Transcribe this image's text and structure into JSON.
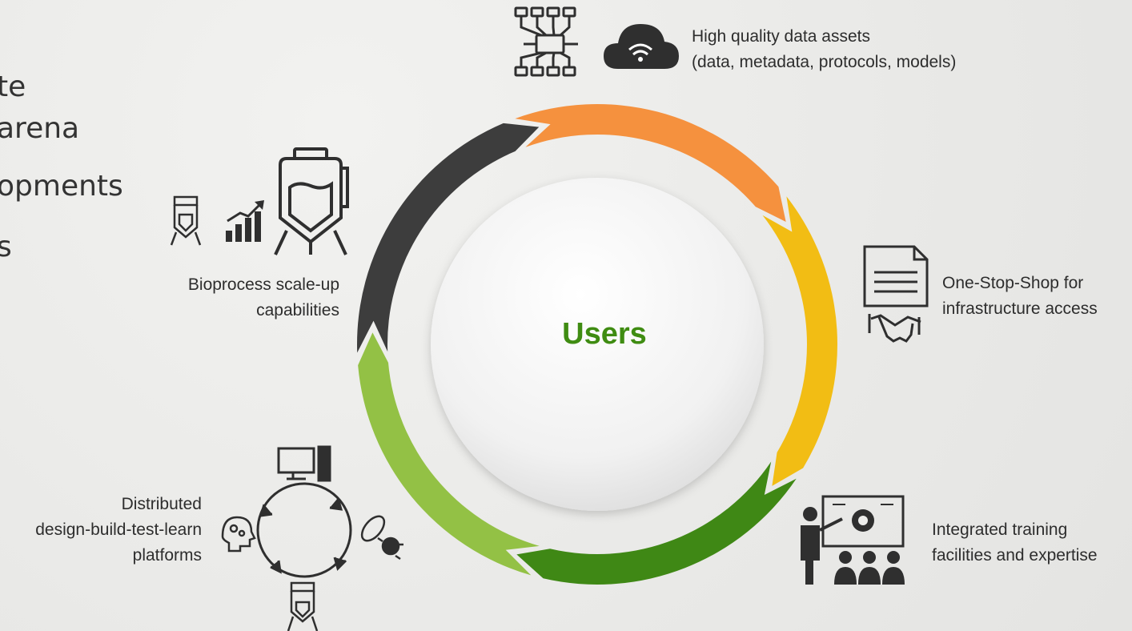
{
  "side_fragments": [
    "te",
    "arena",
    "opments",
    "s"
  ],
  "center": {
    "label": "Users"
  },
  "captions": {
    "data_assets": "High quality data assets\n(data, metadata, protocols, models)",
    "one_stop_shop": "One-Stop-Shop for\ninfrastructure access",
    "training": "Integrated training\nfacilities and expertise",
    "dbtl": "Distributed\ndesign-build-test-learn\nplatforms",
    "scaleup": "Bioprocess scale-up\ncapabilities"
  },
  "cycle": {
    "segments": [
      {
        "name": "data-assets",
        "color": "#f5913e"
      },
      {
        "name": "one-stop-shop",
        "color": "#f2bd14"
      },
      {
        "name": "training",
        "color": "#3f8815"
      },
      {
        "name": "dbtl",
        "color": "#93c145"
      },
      {
        "name": "scaleup",
        "color": "#3d3d3d"
      }
    ]
  },
  "icons": {
    "network": "network-icon",
    "cloud": "cloud-wifi-icon",
    "document": "document-icon",
    "handshake": "handshake-icon",
    "presentation": "presentation-icon",
    "computer": "computer-icon",
    "bioreactor": "bioreactor-icon",
    "growth": "growth-chart-icon"
  }
}
